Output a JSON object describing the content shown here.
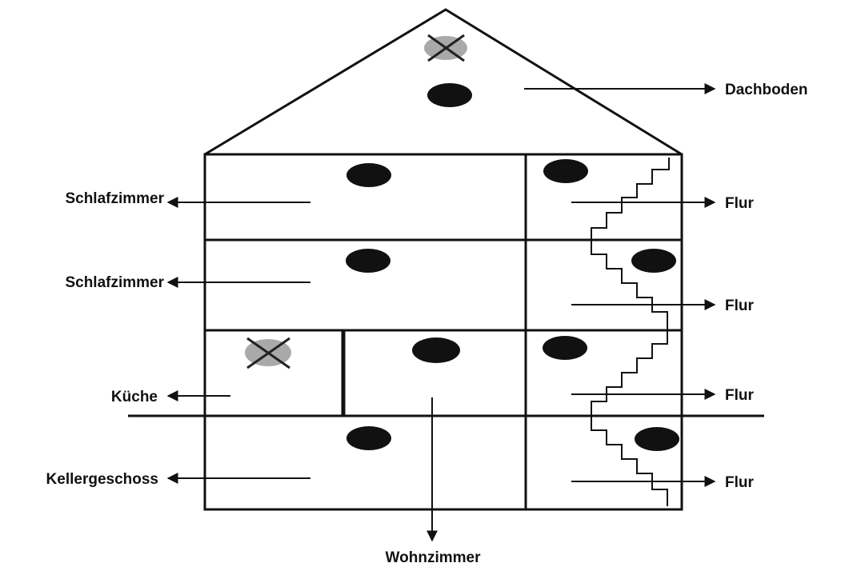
{
  "labels": {
    "attic": "Dachboden",
    "bedroom_upper": "Schlafzimmer",
    "bedroom_lower": "Schlafzimmer",
    "kitchen": "Küche",
    "basement": "Kellergeschoss",
    "living_room": "Wohnzimmer",
    "hall_1": "Flur",
    "hall_2": "Flur",
    "hall_3": "Flur",
    "hall_4": "Flur"
  },
  "icons": {
    "detector": "smoke-detector-icon",
    "no_detector": "crossed-out-detector-icon"
  },
  "colors": {
    "line": "#111111",
    "crossed_box": "#a9a9a9"
  }
}
